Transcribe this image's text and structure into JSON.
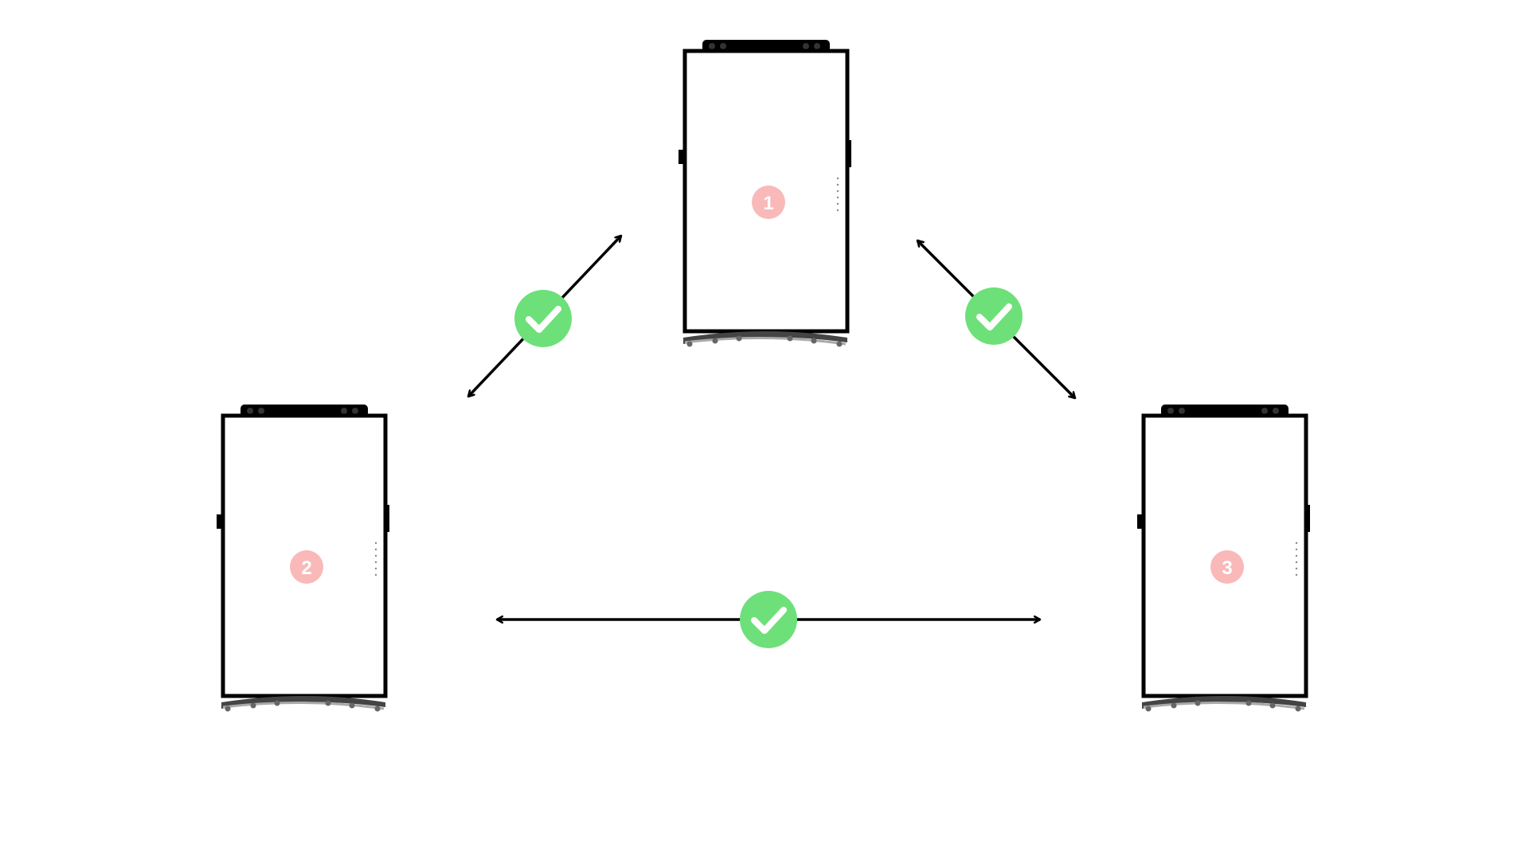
{
  "diagram": {
    "devices": [
      {
        "id": "1",
        "label": "1"
      },
      {
        "id": "2",
        "label": "2"
      },
      {
        "id": "3",
        "label": "3"
      }
    ],
    "connections": [
      {
        "from": "1",
        "to": "2",
        "status": "ok",
        "icon": "check-circle-icon"
      },
      {
        "from": "1",
        "to": "3",
        "status": "ok",
        "icon": "check-circle-icon"
      },
      {
        "from": "2",
        "to": "3",
        "status": "ok",
        "icon": "check-circle-icon"
      }
    ]
  },
  "colors": {
    "background": "#ffffff",
    "device_outline": "#000000",
    "device_screen": "#ffffff",
    "label_badge": "#f9b9b9",
    "label_text": "#ffffff",
    "check_badge": "#6ee07a",
    "check_mark": "#ffffff",
    "arrow": "#000000",
    "stand": "#7a7a7a"
  }
}
